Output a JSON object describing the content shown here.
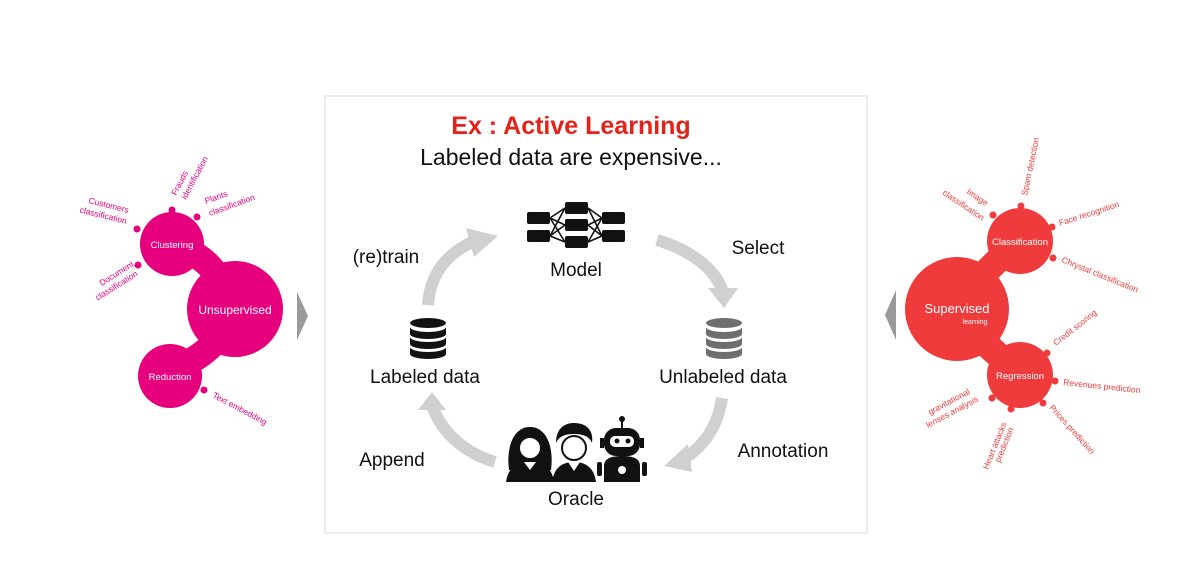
{
  "center": {
    "title": "Ex : Active Learning",
    "subtitle": "Labeled data are expensive...",
    "nodes": {
      "model": "Model",
      "labeled": "Labeled data",
      "unlabeled": "Unlabeled data",
      "oracle": "Oracle"
    },
    "edges": {
      "retrain": "(re)train",
      "select": "Select",
      "annotation": "Annotation",
      "append": "Append"
    }
  },
  "unsupervised": {
    "color": "#e6007e",
    "label": "Unsupervised",
    "clustering": "Clustering",
    "reduction": "Reduction",
    "leaves": {
      "customers": [
        "Customers",
        "classification"
      ],
      "frauds": [
        "Frauds",
        "identification"
      ],
      "plants": [
        "Plants",
        "classification"
      ],
      "document": [
        "Document",
        "classification"
      ],
      "text": "Text embedding"
    }
  },
  "supervised": {
    "color": "#ef3b3b",
    "label": "Supervised",
    "sublabel": "learning",
    "classification": "Classification",
    "regression": "Regression",
    "leaves": {
      "image": [
        "Image",
        "classification"
      ],
      "spam": "Spam detection",
      "face": "Face recognition",
      "chrystal": "Chrystal classification",
      "credit": "Credit scoring",
      "revenues": "Revenues prediction",
      "prices": "Prices prediction",
      "heart": [
        "Heart attacks",
        "prediction"
      ],
      "gravitational": [
        "gravitational",
        "lenses analysis"
      ]
    }
  },
  "icons": {
    "model": "neural-network-icon",
    "labeled": "database-icon",
    "unlabeled": "database-icon",
    "oracle": [
      "woman-icon",
      "man-icon",
      "robot-icon"
    ]
  }
}
